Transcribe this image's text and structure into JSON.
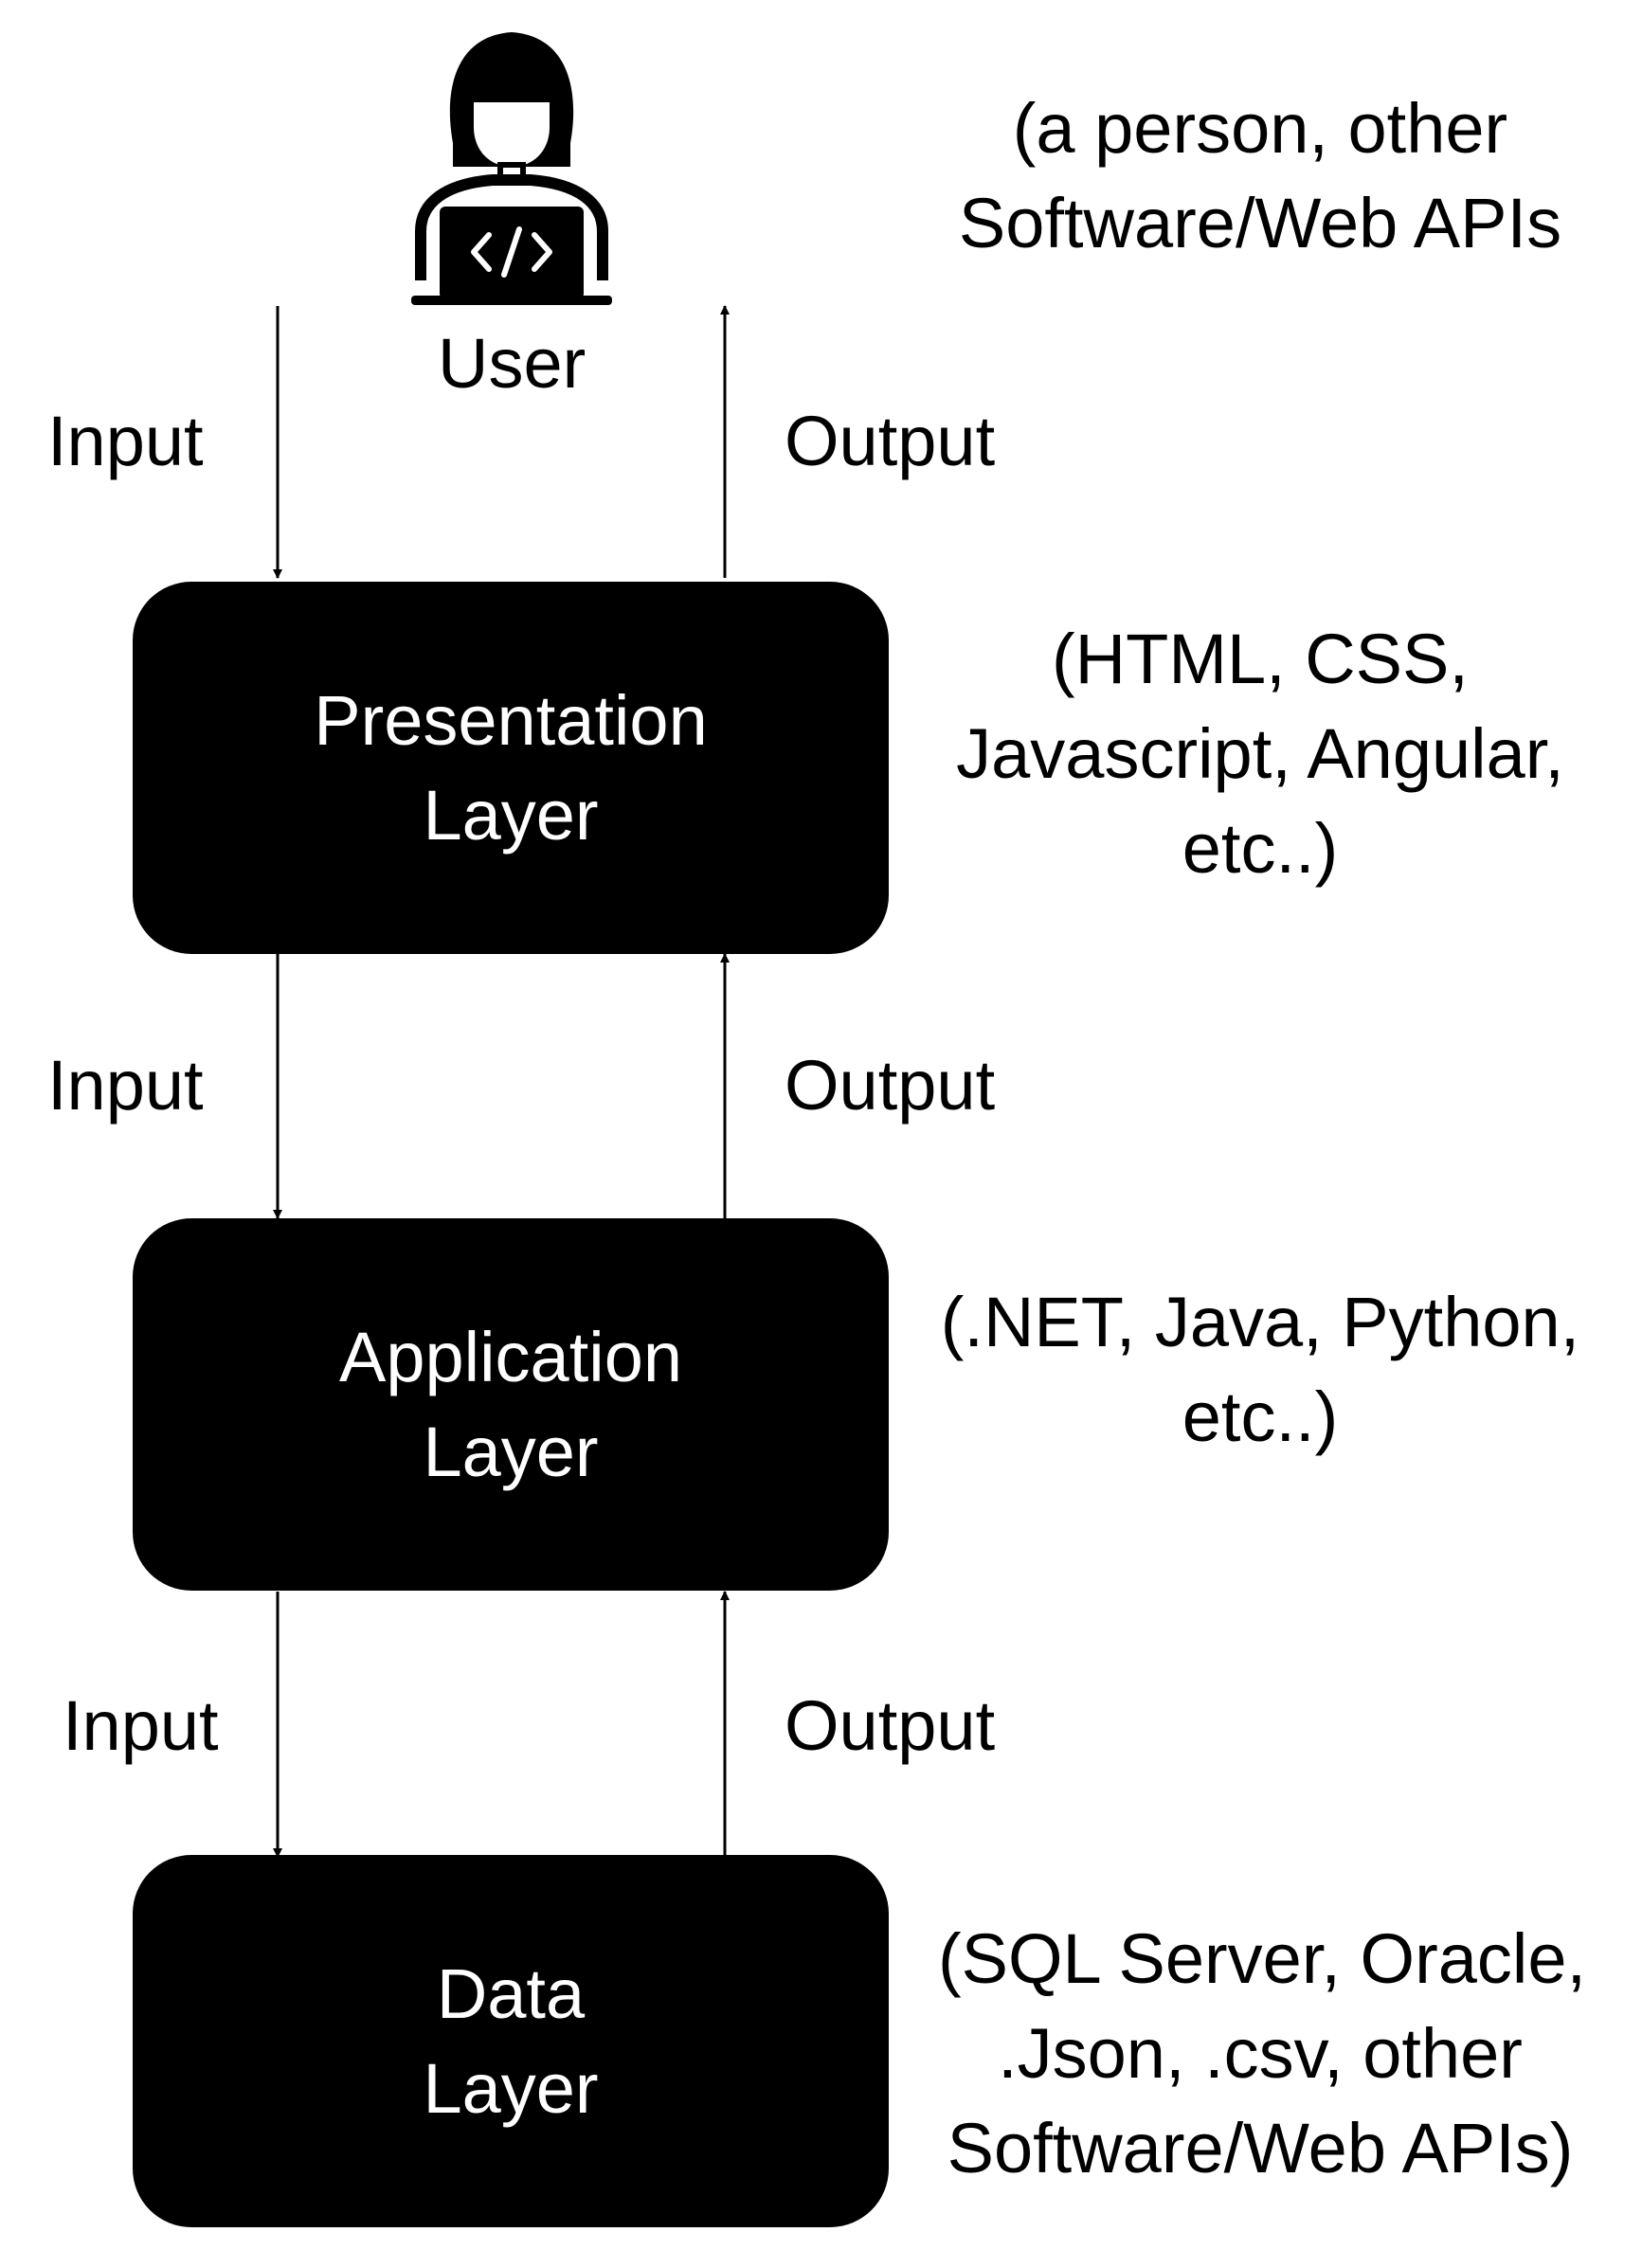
{
  "user": {
    "label": "User",
    "note": [
      "(a person, other",
      "Software/Web APIs"
    ]
  },
  "layers": [
    {
      "line1": "Presentation",
      "line2": "Layer",
      "note": [
        "(HTML, CSS,",
        "Javascript, Angular,",
        "etc..)"
      ]
    },
    {
      "line1": "Application",
      "line2": "Layer",
      "note": [
        "(.NET, Java, Python,",
        "etc..)"
      ]
    },
    {
      "line1": "Data",
      "line2": "Layer",
      "note": [
        "(SQL Server, Oracle,",
        ".Json, .csv, other",
        "Software/Web APIs)"
      ]
    }
  ],
  "flows": [
    {
      "input": "Input",
      "output": "Output"
    },
    {
      "input": "Input",
      "output": "Output"
    },
    {
      "input": "Input",
      "output": "Output"
    }
  ],
  "icon": "developer-user-icon"
}
